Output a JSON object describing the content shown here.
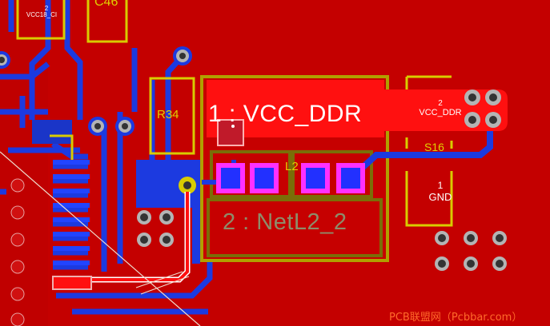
{
  "app": "PCB layout editor",
  "components": {
    "top_ref": "VCC18_CI",
    "top_pin": "2",
    "cap_ref": "C46",
    "resistor_ref": "R34",
    "switch_ref": "S16",
    "inductor_ref": "L2"
  },
  "nets": {
    "net1_label": "1 : VCC_DDR",
    "net2_label": "2 : NetL2_2"
  },
  "connector": {
    "pin2_number": "2",
    "pin2_net": "VCC_DDR",
    "pin1_number": "1",
    "pin1_net": "GND"
  },
  "watermark": "PCB联盟网（Pcbbar.com）",
  "colors": {
    "background": "#c40000",
    "copper_top": "#ff0000",
    "copper_bottom": "#1433d8",
    "silkscreen": "#d8cc00",
    "pad_highlight": "#ff30ff",
    "mechanical": "#7a6e08"
  }
}
